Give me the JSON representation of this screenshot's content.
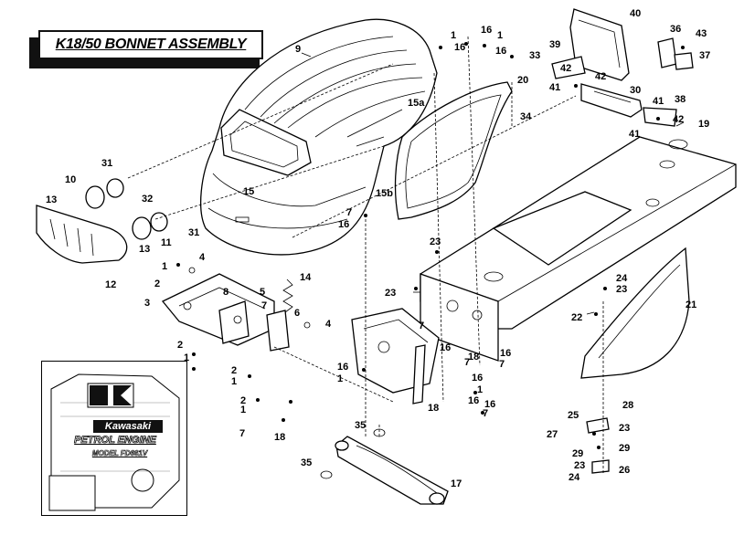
{
  "title": "K18/50 BONNET ASSEMBLY",
  "logo": {
    "brand": "Kawasaki",
    "engine_text": "PETROL ENGINE",
    "model_text": "MODEL FD661V"
  },
  "labels": {
    "l9": "9",
    "l15a": "15a",
    "l15": "15",
    "l15b": "15b",
    "l31a": "31",
    "l10": "10",
    "l32": "32",
    "l13a": "13",
    "l13b": "13",
    "l11": "11",
    "l31b": "31",
    "l12": "12",
    "l1a": "1",
    "l16a": "16",
    "l1b": "1",
    "l16b": "16",
    "l16c": "16",
    "l33": "33",
    "l20": "20",
    "l34": "34",
    "l40": "40",
    "l36": "36",
    "l43": "43",
    "l39": "39",
    "l42a": "42",
    "l42b": "42",
    "l37": "37",
    "l41a": "41",
    "l30": "30",
    "l41b": "41",
    "l38": "38",
    "l41c": "41",
    "l42c": "42",
    "l19": "19",
    "l7a": "7",
    "l16d": "16",
    "l23a": "23",
    "l23b": "23",
    "l24a": "24",
    "l23c": "23",
    "l22": "22",
    "l21": "21",
    "l4a": "4",
    "l1c": "1",
    "l2a": "2",
    "l3": "3",
    "l8": "8",
    "l5": "5",
    "l7b": "7",
    "l14": "14",
    "l6": "6",
    "l4b": "4",
    "l2b": "2",
    "l1d": "1",
    "l2c": "2",
    "l1e": "1",
    "l2d": "2",
    "l1f": "1",
    "l7c": "7",
    "l18a": "18",
    "l7d": "7",
    "l16e": "16",
    "l18b": "18",
    "l16f": "16",
    "l7e": "7",
    "l16g": "16",
    "l1g": "1",
    "l7f": "7",
    "l18c": "18",
    "l16h": "16",
    "l1h": "1",
    "l16i": "16",
    "l7g": "7",
    "l16j": "16",
    "l28": "28",
    "l25": "25",
    "l23d": "23",
    "l27": "27",
    "l29a": "29",
    "l29b": "29",
    "l23e": "23",
    "l24b": "24",
    "l26": "26",
    "l35a": "35",
    "l35b": "35",
    "l17": "17"
  }
}
